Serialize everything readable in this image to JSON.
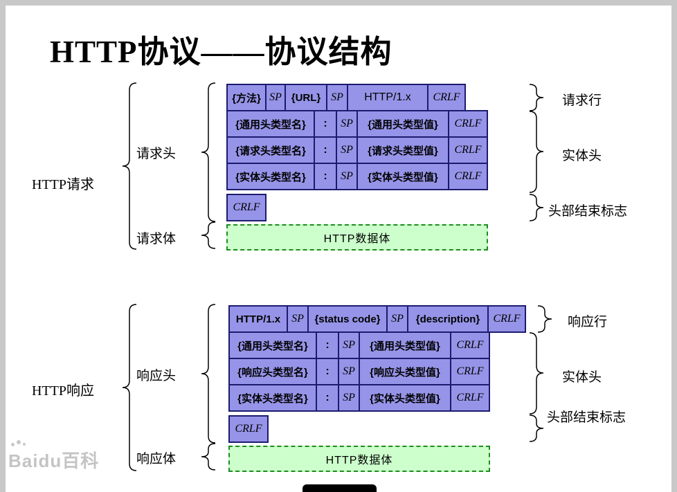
{
  "title": "HTTP协议——协议结构",
  "watermark": "Baidu百科",
  "colors": {
    "box_fill": "#9694e8",
    "box_border": "#1b1b6e",
    "databody_fill": "#ccffcc",
    "databody_border": "#1e8b1e",
    "frame_gray": "#c8c8c8"
  },
  "request": {
    "group_label": "HTTP请求",
    "header_brace_label": "请求头",
    "body_brace_label": "请求体",
    "right_labels": {
      "line": "请求行",
      "entity": "实体头",
      "end": "头部结束标志"
    },
    "rows": [
      [
        "{方法}",
        "SP",
        "{URL}",
        "SP",
        "HTTP/1.x",
        "CRLF"
      ],
      [
        "{通用头类型名}",
        ":",
        "SP",
        "{通用头类型值}",
        "CRLF"
      ],
      [
        "{请求头类型名}",
        ":",
        "SP",
        "{请求头类型值}",
        "CRLF"
      ],
      [
        "{实体头类型名}",
        ":",
        "SP",
        "{实体头类型值}",
        "CRLF"
      ],
      [
        "CRLF"
      ]
    ],
    "data_body": "HTTP数据体"
  },
  "response": {
    "group_label": "HTTP响应",
    "header_brace_label": "响应头",
    "body_brace_label": "响应体",
    "right_labels": {
      "line": "响应行",
      "entity": "实体头",
      "end": "头部结束标志"
    },
    "rows": [
      [
        "HTTP/1.x",
        "SP",
        "{status code}",
        "SP",
        "{description}",
        "CRLF"
      ],
      [
        "{通用头类型名}",
        ":",
        "SP",
        "{通用头类型值}",
        "CRLF"
      ],
      [
        "{响应头类型名}",
        ":",
        "SP",
        "{响应头类型值}",
        "CRLF"
      ],
      [
        "{实体头类型名}",
        ":",
        "SP",
        "{实体头类型值}",
        "CRLF"
      ],
      [
        "CRLF"
      ]
    ],
    "data_body": "HTTP数据体"
  }
}
